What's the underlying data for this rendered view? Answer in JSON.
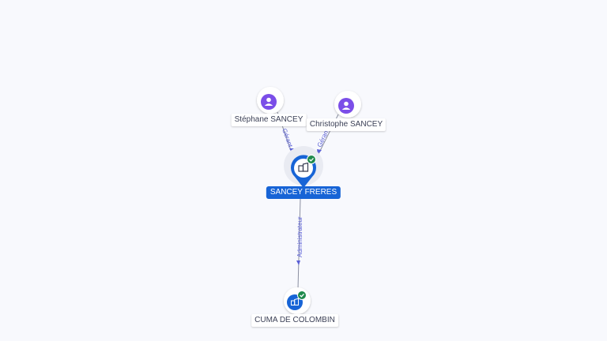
{
  "nodes": {
    "stephane": {
      "label": "Stéphane SANCEY",
      "type": "person"
    },
    "christophe": {
      "label": "Christophe SANCEY",
      "type": "person"
    },
    "sancey_freres": {
      "label": "SANCEY FRERES",
      "type": "company",
      "status": "active"
    },
    "cuma": {
      "label": "CUMA DE COLOMBIN",
      "type": "company",
      "status": "active"
    }
  },
  "edges": {
    "e1": {
      "label": "Gérant"
    },
    "e2": {
      "label": "Gérant"
    },
    "e3": {
      "label": "Administrateur"
    }
  },
  "colors": {
    "person": "#7b4ee8",
    "company": "#1764d6",
    "edge_line": "#8a8fa0",
    "edge_label": "#5a5fd6",
    "active_badge": "#1f8a4c"
  }
}
